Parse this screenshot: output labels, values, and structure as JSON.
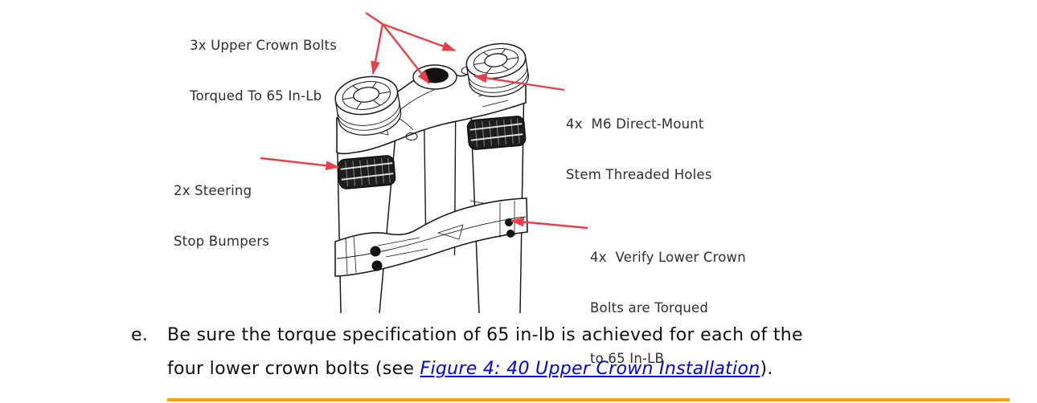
{
  "figure": {
    "callouts": {
      "upper_crown_bolts": {
        "line1": "3x Upper Crown Bolts",
        "line2": "Torqued To 65 In-Lb"
      },
      "stem_holes": {
        "line1": "4x  M6 Direct-Mount",
        "line2": "Stem Threaded Holes"
      },
      "steering_bumpers": {
        "line1": "2x Steering",
        "line2": "Stop Bumpers"
      },
      "lower_crown_bolts": {
        "line1": "4x  Verify Lower Crown",
        "line2": "Bolts are Torqued",
        "line3": "to 65 In-LB"
      }
    }
  },
  "body": {
    "marker": "e.",
    "line1": "Be sure the torque specification of 65 in-lb is achieved for each of the",
    "line2_before": "four lower crown bolts (see ",
    "link_text": "Figure 4: 40 Upper Crown Installation",
    "line2_after": ")."
  },
  "colors": {
    "arrow_red": "#e8404b",
    "link_blue": "#0000ee",
    "divider_orange": "#f5a300",
    "callout_text": "#2f2f2f",
    "body_text": "#111111"
  }
}
